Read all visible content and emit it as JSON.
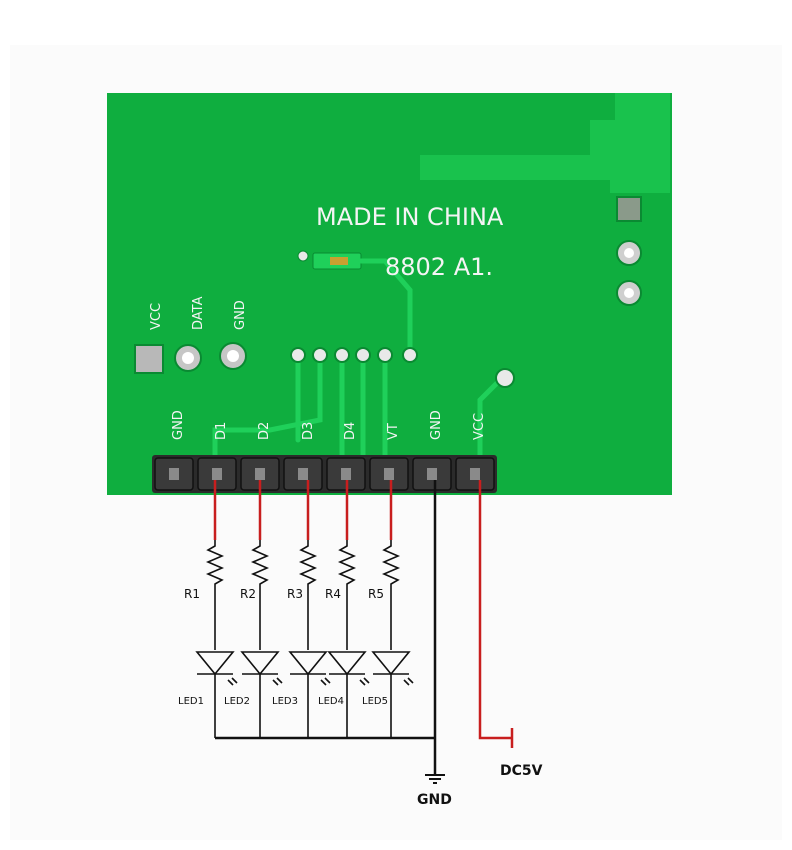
{
  "board": {
    "marking": "MADE IN CHINA",
    "code": "8802 A1.",
    "top_pads": [
      "VCC",
      "DATA",
      "GND"
    ],
    "header_pins": [
      "GND",
      "D1",
      "D2",
      "D3",
      "D4",
      "VT",
      "GND",
      "VCC"
    ]
  },
  "circuit": {
    "resistors": [
      "R1",
      "R2",
      "R3",
      "R4",
      "R5"
    ],
    "leds": [
      "LED1",
      "LED2",
      "LED3",
      "LED4",
      "LED5"
    ],
    "ground_label": "GND",
    "supply_label": "DC5V"
  },
  "colors": {
    "pcb": "#0fae3f",
    "pcb_dark": "#0a8a32",
    "trace": "#19c24d",
    "wire_signal": "#c81e1e",
    "wire_ground": "#111111"
  }
}
